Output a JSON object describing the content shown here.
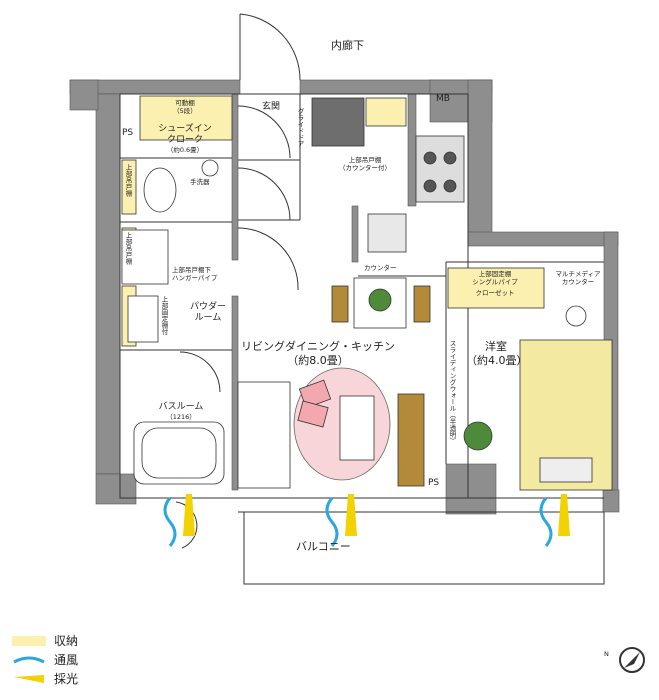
{
  "labels": {
    "corridor": "内廊下",
    "entrance": "玄関",
    "mb": "MB",
    "ps_top": "PS",
    "ps_bottom": "PS",
    "movable_shelf": "可動棚",
    "movable_shelf_count": "（5段）",
    "shoes_in_closet": "シューズイン",
    "shoes_in_closet_2": "クローク",
    "shoes_in_closet_size": "（約0.6畳）",
    "glide_door": "グライドドア",
    "upper_cabinet_counter": "上部吊戸棚",
    "upper_cabinet_counter_2": "（カウンター付）",
    "hand_wash": "手洗器",
    "upper_cabinet_left1": "上部吊戸棚",
    "upper_cabinet_left2": "上部吊戸棚",
    "upper_cabinet_hanger": "上部吊戸棚下",
    "hanger_pipe": "ハンガーパイプ",
    "upper_fixed_shelf_left": "上部固定棚付",
    "powder_room": "パウダー",
    "powder_room_2": "ルーム",
    "counter": "カウンター",
    "upper_fixed_shelf": "上部固定棚",
    "single_pipe": "シングルパイプ",
    "closet": "クローゼット",
    "multimedia": "マルチメディア",
    "multimedia_2": "カウンター",
    "ldk": "リビングダイニング・キッチン",
    "ldk_size": "（約8.0畳）",
    "western_room": "洋室",
    "western_room_size": "（約4.0畳）",
    "sliding_wall": "スライディングウォール（半透明）",
    "bathroom": "バスルーム",
    "bathroom_size": "（1216）",
    "balcony": "バルコニー"
  },
  "legend": [
    {
      "label": "収納",
      "color": "#fbf0b0",
      "icon": "storage-swatch"
    },
    {
      "label": "通風",
      "color": "#2aa7df",
      "icon": "ventilation-wave"
    },
    {
      "label": "採光",
      "color": "#f2d200",
      "icon": "daylight-wedge"
    }
  ],
  "compass": {
    "label": "N",
    "icon": "north-arrow"
  },
  "colors": {
    "wall": "#8e8e8e",
    "storage": "#fbf0b0",
    "bed": "#f4e9a0",
    "rug": "#f6c7cc",
    "wind": "#2aa7df",
    "light": "#f2d200"
  }
}
